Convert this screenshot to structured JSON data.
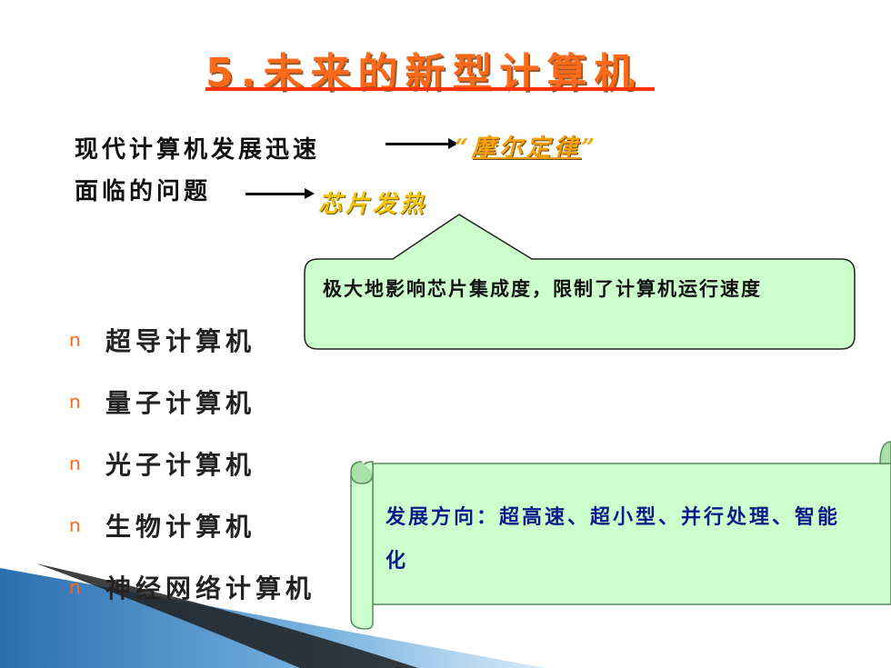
{
  "title": "5.未来的新型计算机",
  "lines": {
    "line1": "现代计算机发展迅速",
    "moore_open": "“",
    "moore_term": "摩尔定律",
    "moore_close": "”",
    "line2": "面临的问题",
    "chip": "芯片发热"
  },
  "callout": {
    "text": "极大地影响芯片集成度，限制了计算机运行速度"
  },
  "bullets": {
    "marker": "n",
    "items": [
      "超导计算机",
      "量子计算机",
      "光子计算机",
      "生物计算机",
      "神经网络计算机"
    ]
  },
  "scroll": {
    "text": "发展方向：超高速、超小型、并行处理、智能化"
  },
  "colors": {
    "accent": "#ff6a1a",
    "callout_fill": "#ccffcc",
    "scroll_text": "#0a1a8a"
  }
}
